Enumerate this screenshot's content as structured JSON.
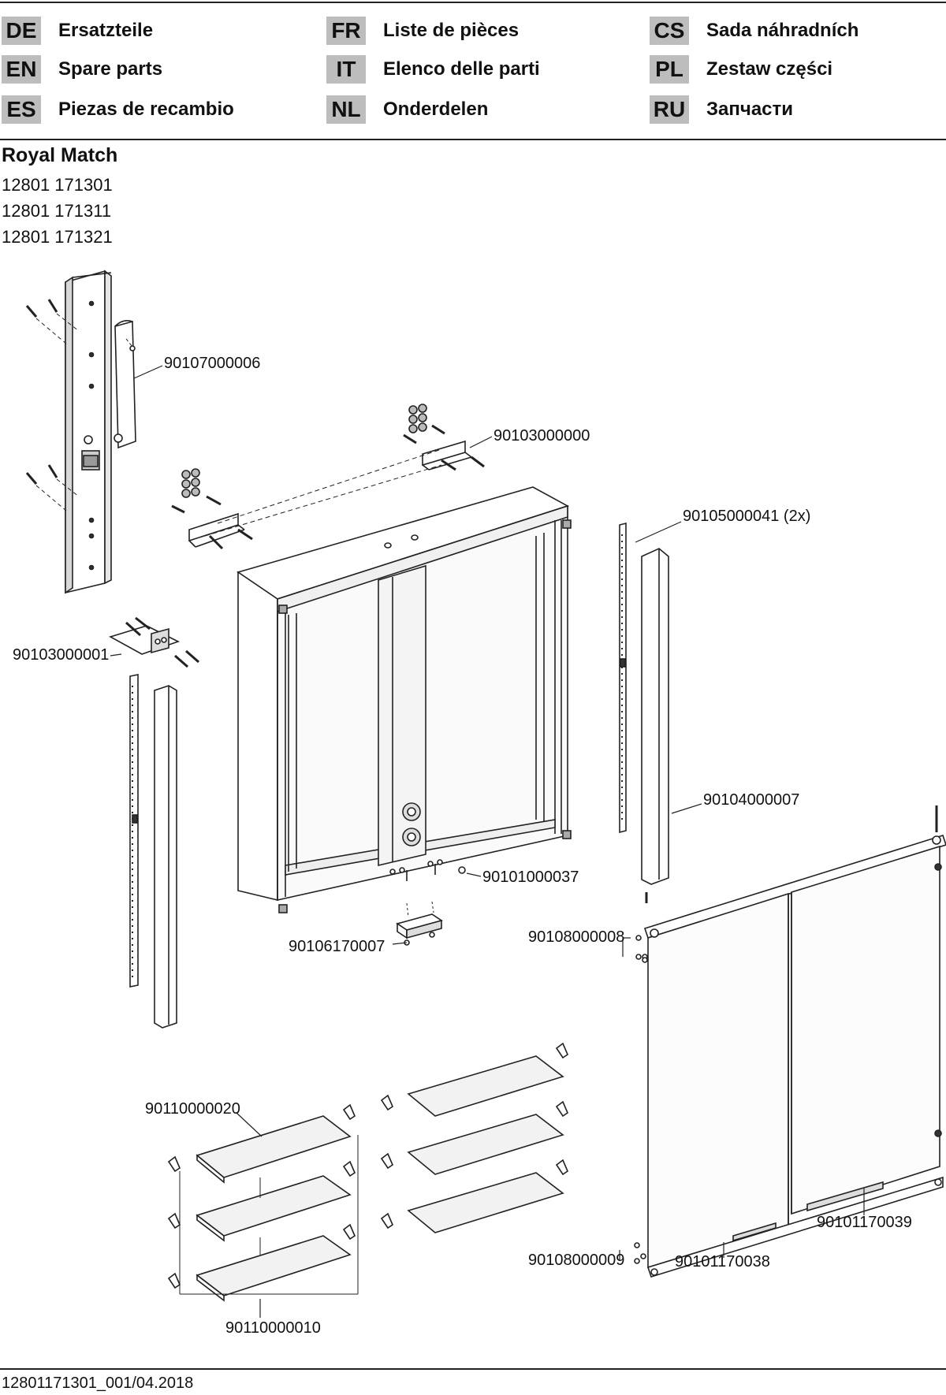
{
  "languages": [
    {
      "code": "DE",
      "label": "Ersatzteile"
    },
    {
      "code": "EN",
      "label": "Spare parts"
    },
    {
      "code": "ES",
      "label": "Piezas de recambio"
    },
    {
      "code": "FR",
      "label": "Liste de pièces"
    },
    {
      "code": "IT",
      "label": "Elenco delle parti"
    },
    {
      "code": "NL",
      "label": "Onderdelen"
    },
    {
      "code": "CS",
      "label": "Sada náhradních"
    },
    {
      "code": "PL",
      "label": "Zestaw części"
    },
    {
      "code": "RU",
      "label": "Запчасти"
    }
  ],
  "product": {
    "title": "Royal Match",
    "articles": [
      "12801 171301",
      "12801 171311",
      "12801 171321"
    ]
  },
  "parts": [
    {
      "number": "90107000006"
    },
    {
      "number": "90103000000"
    },
    {
      "number": "90105000041 (2x)"
    },
    {
      "number": "90103000001"
    },
    {
      "number": "90104000007"
    },
    {
      "number": "90101000037"
    },
    {
      "number": "90106170007"
    },
    {
      "number": "90108000008"
    },
    {
      "number": "90110000020"
    },
    {
      "number": "90101170039"
    },
    {
      "number": "90108000009"
    },
    {
      "number": "90101170038"
    },
    {
      "number": "90110000010"
    }
  ],
  "footer": {
    "document_code": "12801171301_001/04.2018"
  }
}
